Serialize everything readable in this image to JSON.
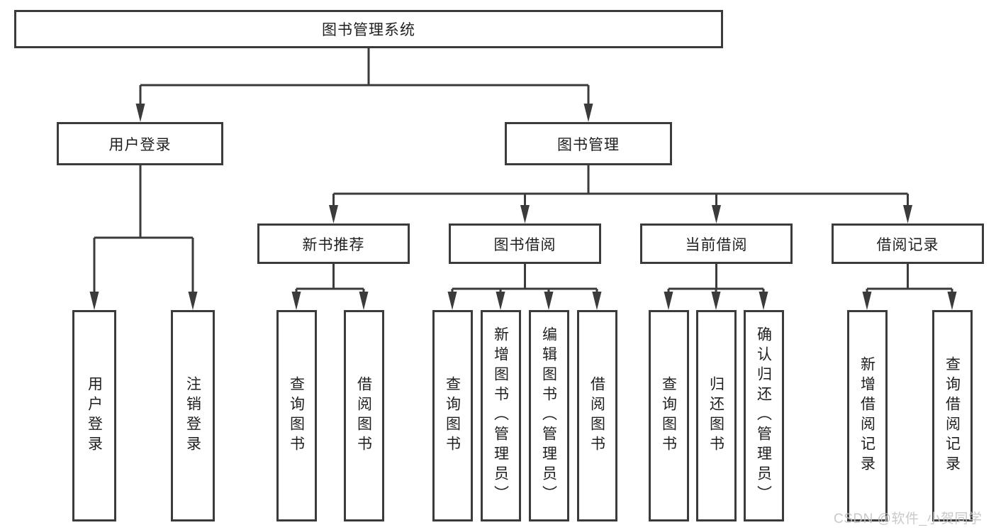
{
  "diagram": {
    "root": {
      "label": "图书管理系统"
    },
    "level2": [
      {
        "label": "用户登录",
        "children": [
          {
            "label": "用户登录"
          },
          {
            "label": "注销登录"
          }
        ]
      },
      {
        "label": "图书管理",
        "groups": [
          {
            "label": "新书推荐",
            "children": [
              {
                "label": "查询图书"
              },
              {
                "label": "借阅图书"
              }
            ]
          },
          {
            "label": "图书借阅",
            "children": [
              {
                "label": "查询图书"
              },
              {
                "label": "新增图书（管理员）"
              },
              {
                "label": "编辑图书（管理员）"
              },
              {
                "label": "借阅图书"
              }
            ]
          },
          {
            "label": "当前借阅",
            "children": [
              {
                "label": "查询图书"
              },
              {
                "label": "归还图书"
              },
              {
                "label": "确认归还（管理员）"
              }
            ]
          },
          {
            "label": "借阅记录",
            "children": [
              {
                "label": "新增借阅记录"
              },
              {
                "label": "查询借阅记录"
              }
            ]
          }
        ]
      }
    ],
    "watermark": "CSDN @软件_小贺同学",
    "colors": {
      "line": "#3b3b3b",
      "box-bg": "#ffffff",
      "text": "#1f1f1f",
      "watermark": "#c4c4c4"
    }
  }
}
